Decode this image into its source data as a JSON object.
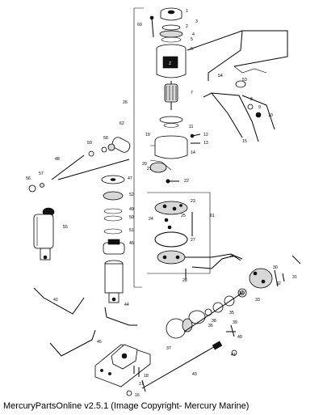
{
  "caption": "MercuryPartsOnline v2.5.1 (Image Copyright- Mercury Marine)",
  "callouts": [
    "1",
    "2",
    "3",
    "4",
    "5",
    "6",
    "7",
    "8",
    "9",
    "10",
    "11",
    "12",
    "13",
    "14",
    "15",
    "16",
    "17",
    "18",
    "19",
    "20",
    "21",
    "22",
    "23",
    "24",
    "25",
    "26",
    "27",
    "28",
    "29",
    "30",
    "31",
    "32",
    "33",
    "34",
    "35",
    "36",
    "37",
    "38",
    "39",
    "40",
    "41",
    "42",
    "43",
    "44",
    "45",
    "46",
    "47",
    "48",
    "49",
    "50",
    "51",
    "52",
    "53",
    "54",
    "55",
    "56",
    "57",
    "58",
    "59",
    "60",
    "61",
    "62"
  ]
}
